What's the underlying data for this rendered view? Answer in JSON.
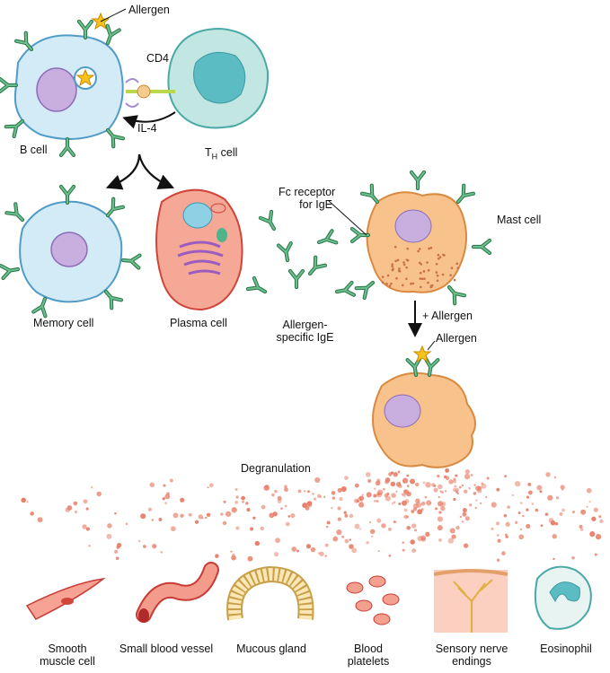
{
  "labels": {
    "allergen_top": "Allergen",
    "cd4": "CD4",
    "il4": "IL-4",
    "b_cell": "B cell",
    "th_cell_main": "T",
    "th_cell_sub": "H",
    "th_cell_suffix": " cell",
    "memory_cell": "Memory cell",
    "plasma_cell": "Plasma cell",
    "fc_receptor_line1": "Fc receptor",
    "fc_receptor_line2": "for IgE",
    "mast_cell": "Mast cell",
    "ige_line1": "Allergen-",
    "ige_line2": "specific IgE",
    "plus_allergen": "+ Allergen",
    "allergen_bound": "Allergen",
    "degranulation": "Degranulation"
  },
  "targets": [
    {
      "line1": "Smooth",
      "line2": "muscle cell"
    },
    {
      "line1": "Small blood vessel",
      "line2": ""
    },
    {
      "line1": "Mucous gland",
      "line2": ""
    },
    {
      "line1": "Blood",
      "line2": "platelets"
    },
    {
      "line1": "Sensory nerve",
      "line2": "endings"
    },
    {
      "line1": "Eosinophil",
      "line2": ""
    }
  ],
  "colors": {
    "antibody": "#3f9a66",
    "b_cell": "#d3ebf7",
    "th_cell": "#c2e6e2",
    "plasma": "#f5a896",
    "mast": "#f8c28c",
    "nucleus": "#c9aee0",
    "granule": "#e8806a"
  }
}
